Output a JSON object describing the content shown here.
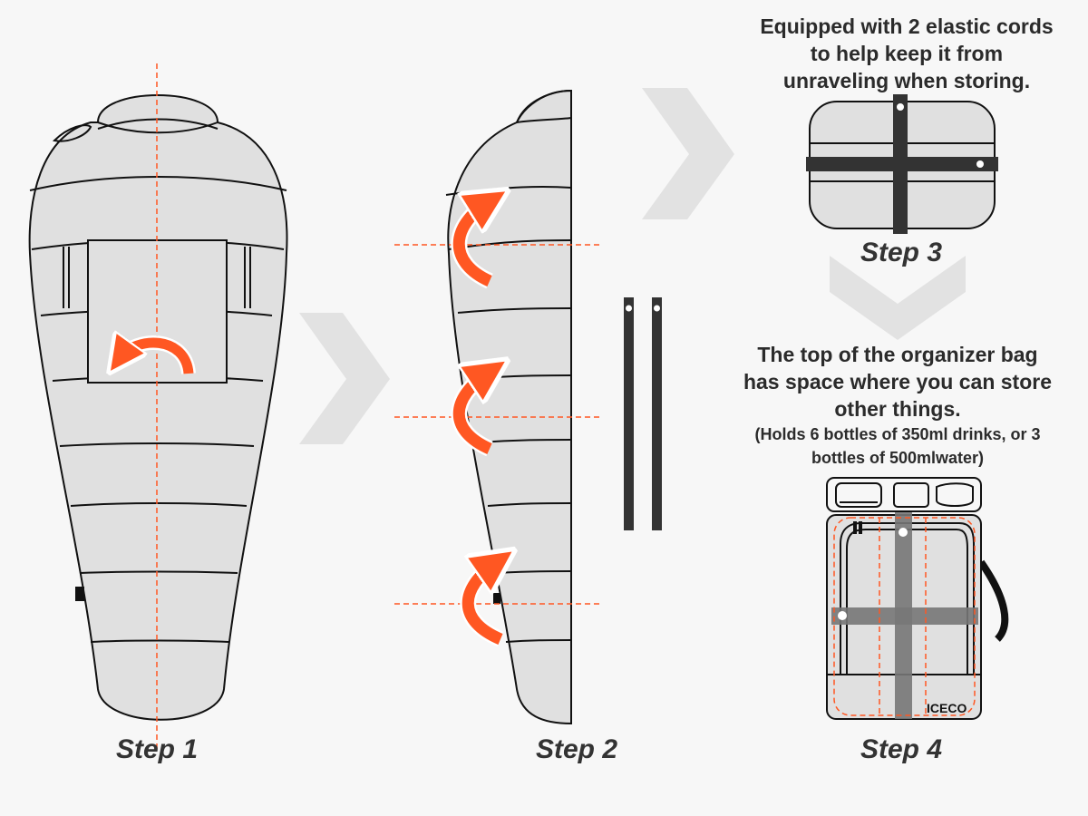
{
  "colors": {
    "background": "#f7f7f7",
    "fill": "#e0e0e0",
    "outline": "#111111",
    "accent": "#ff5722",
    "chevron": "#e2e2e2",
    "strap": "#333333"
  },
  "steps": [
    {
      "label": "Step 1"
    },
    {
      "label": "Step 2"
    },
    {
      "label": "Step 3",
      "caption": "Equipped with 2 elastic cords to help keep it from unraveling when storing."
    },
    {
      "label": "Step 4",
      "caption": "The top of the organizer bag has space where you can store other things.",
      "note": "(Holds 6 bottles of 350ml drinks, or 3 bottles of 500mlwater)"
    }
  ],
  "brand": "ICECO"
}
